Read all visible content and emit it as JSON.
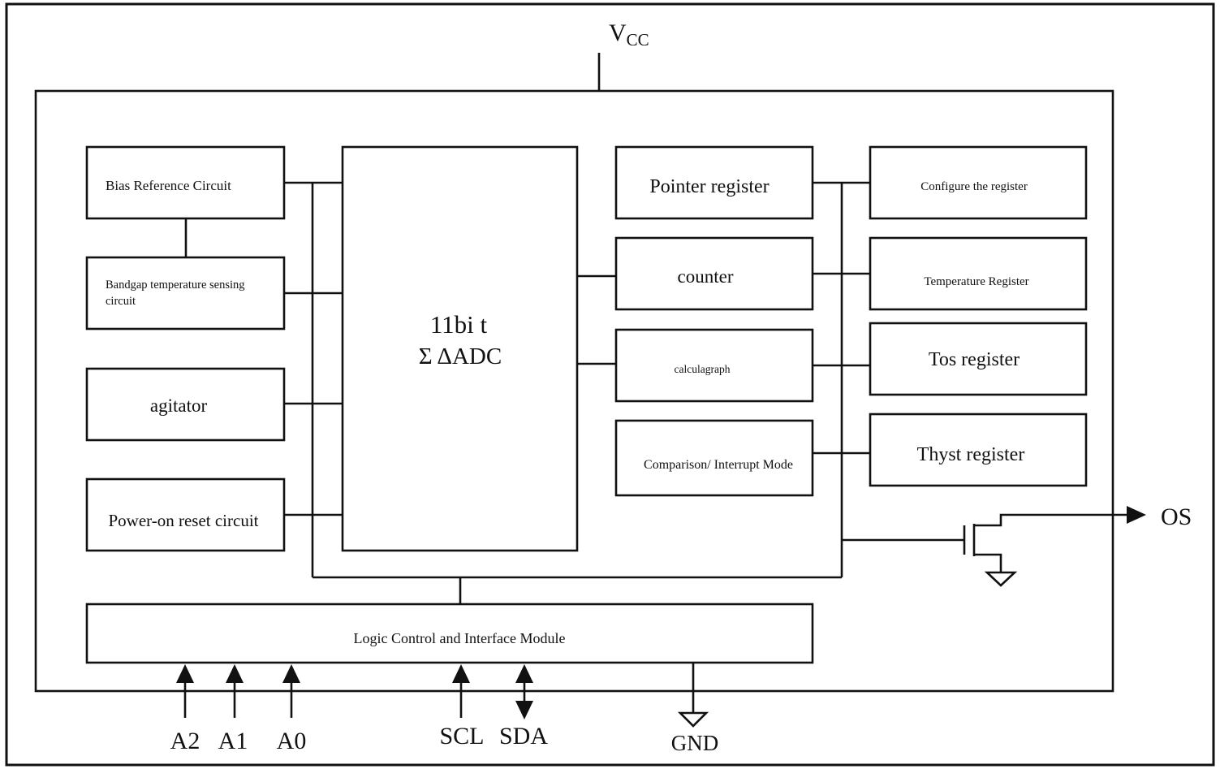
{
  "supply": {
    "vcc_main": "V",
    "vcc_sub": "CC"
  },
  "blocks": {
    "bias_ref": "Bias Reference Circuit",
    "bandgap_line1": "Bandgap  temperature  sensing",
    "bandgap_line2": "circuit",
    "agitator": "agitator",
    "por": "Power-on reset circuit",
    "adc_line1": "11bi t",
    "adc_line2": "Σ ΔADC",
    "pointer_reg": "Pointer register",
    "counter": "counter",
    "calculagraph": "calculagraph",
    "comparison": "Comparison/ Interrupt Mode",
    "config_reg": "Configure the register",
    "temp_reg": "Temperature Register",
    "tos_reg": "Tos register",
    "thyst_reg": "Thyst register",
    "logic": "Logic Control and Interface Module"
  },
  "pins": {
    "os": "OS",
    "a2": "A2",
    "a1": "A1",
    "a0": "A0",
    "scl": "SCL",
    "sda": "SDA",
    "gnd": "GND"
  }
}
